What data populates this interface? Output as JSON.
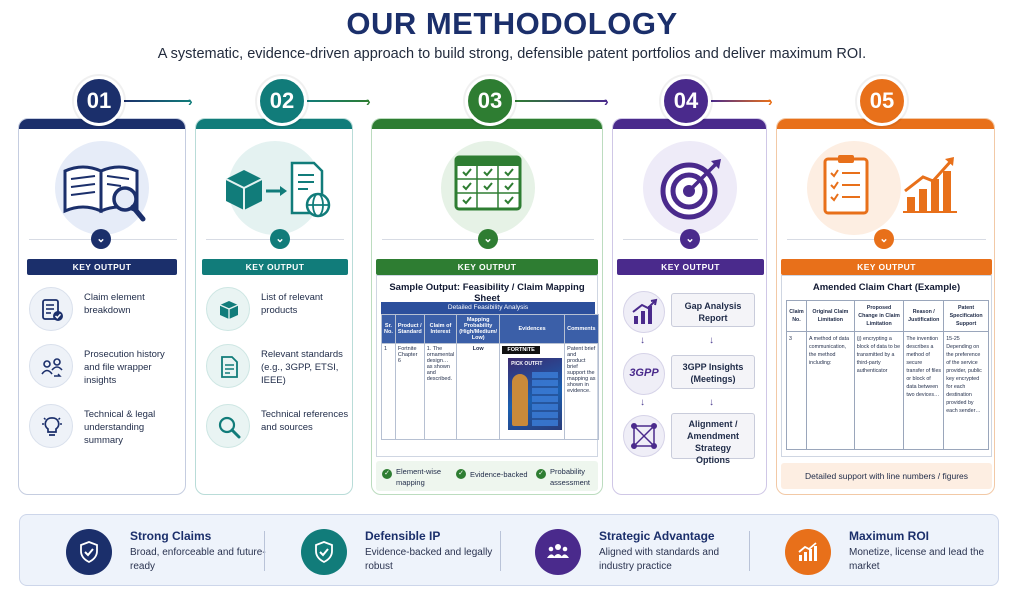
{
  "header": {
    "title": "OUR METHODOLOGY",
    "subtitle": "A systematic, evidence-driven approach to build strong, defensible patent portfolios and deliver maximum ROI."
  },
  "colors": {
    "step1": "#1b2f6b",
    "step2": "#117c7a",
    "step3": "#2e7d32",
    "step4": "#4a2a8c",
    "step5": "#e8701a"
  },
  "steps": [
    {
      "number": "01",
      "key_output_label": "KEY OUTPUT",
      "icon": "book-magnifier-icon",
      "outputs": [
        {
          "icon": "checklist-icon",
          "text": "Claim element breakdown"
        },
        {
          "icon": "people-exchange-icon",
          "text": "Prosecution history and file wrapper insights"
        },
        {
          "icon": "lightbulb-icon",
          "text": "Technical & legal understanding summary"
        }
      ]
    },
    {
      "number": "02",
      "key_output_label": "KEY OUTPUT",
      "icon": "box-document-globe-icon",
      "outputs": [
        {
          "icon": "box-icon",
          "text": "List of relevant products"
        },
        {
          "icon": "document-icon",
          "text": "Relevant standards (e.g., 3GPP, ETSI, IEEE)"
        },
        {
          "icon": "magnifier-icon",
          "text": "Technical references and sources"
        }
      ]
    },
    {
      "number": "03",
      "key_output_label": "KEY OUTPUT",
      "icon": "mapping-grid-icon",
      "panel_title": "Sample Output: Feasibility / Claim Mapping Sheet",
      "table_title": "Detailed Feasibility Analysis",
      "table_headers": [
        "Sr. No.",
        "Product / Standard",
        "Claim of Interest",
        "Mapping Probability (High/Medium/ Low)",
        "Evidences",
        "Comments"
      ],
      "table_row": {
        "sr": "1",
        "product": "Fortnite Chapter 6",
        "claim": "1. The ornamental design… as shown and described.",
        "probability": "Low",
        "evidence_brand": "FORTNITE",
        "evidence_caption": "PICK OUTFIT",
        "comments": "Patent brief and product brief support the mapping as shown in evidence."
      },
      "footer_items": [
        "Element-wise mapping",
        "Evidence-backed",
        "Probability assessment"
      ]
    },
    {
      "number": "04",
      "key_output_label": "KEY OUTPUT",
      "icon": "target-icon",
      "flow": [
        {
          "icon": "chart-up-icon",
          "text": "Gap Analysis Report"
        },
        {
          "icon": "3gpp-icon",
          "icon_text": "3GPP",
          "text": "3GPP Insights (Meetings)"
        },
        {
          "icon": "network-icon",
          "text": "Alignment / Amendment Strategy Options"
        }
      ]
    },
    {
      "number": "05",
      "key_output_label": "KEY OUTPUT",
      "icon": "checklist-chart-icon",
      "panel_title": "Amended Claim Chart (Example)",
      "table_headers": [
        "Claim No.",
        "Original Claim Limitation",
        "Proposed Change in Claim Limitation",
        "Reason / Justification",
        "Patent Specification Support"
      ],
      "table_row": {
        "claim_no": "3",
        "original": "A method of data communication, the method including:",
        "proposed": "(j) encrypting a block of data to be transmitted by a third-party authenticator",
        "reason": "The invention describes a method of secure transfer of files or block of data between two devices…",
        "support": "15-25 Depending on the preference of the service provider, public key encrypted for each destination provided by each sender…"
      },
      "footer_note": "Detailed support with line numbers / figures"
    }
  ],
  "benefits": [
    {
      "icon": "shield-check-icon",
      "title": "Strong Claims",
      "description": "Broad, enforceable and future-ready"
    },
    {
      "icon": "shield-check-icon",
      "title": "Defensible IP",
      "description": "Evidence-backed and legally robust"
    },
    {
      "icon": "team-icon",
      "title": "Strategic Advantage",
      "description": "Aligned with standards and industry practice"
    },
    {
      "icon": "growth-chart-icon",
      "title": "Maximum ROI",
      "description": "Monetize, license and lead the market"
    }
  ]
}
